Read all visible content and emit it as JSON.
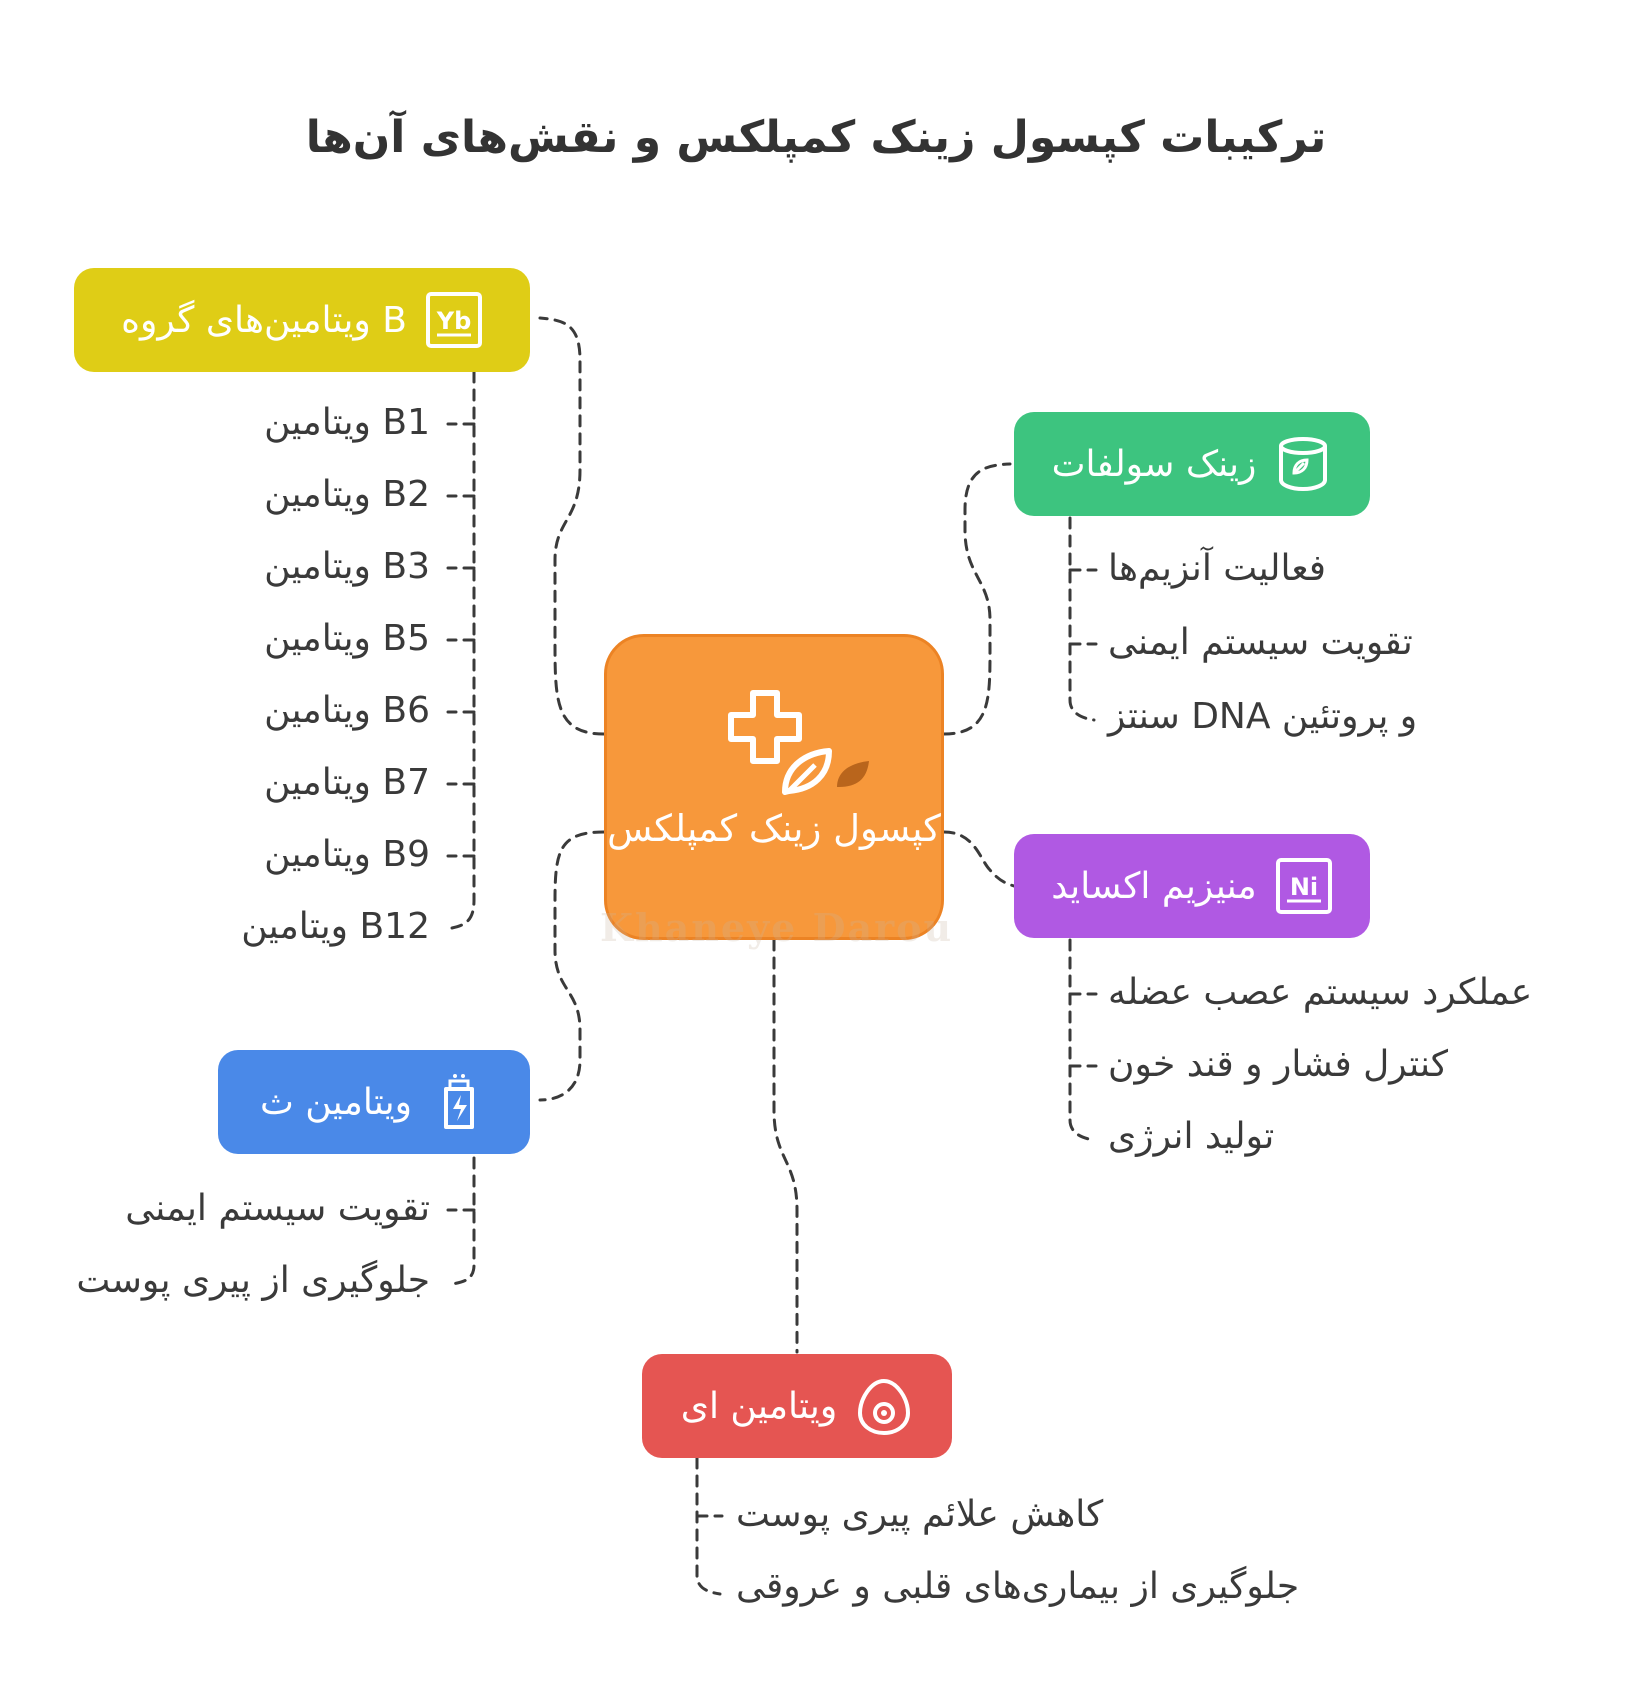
{
  "title": "ترکیبات کپسول زینک کمپلکس و نقش‌های آن‌ها",
  "center": {
    "label": "کپسول زینک کمپلکس",
    "color": "#f7983b",
    "icon": "medical-leaf-icon"
  },
  "watermark": "Khaneye Darou",
  "nodes": {
    "vitamin_b": {
      "label": "B ویتامین‌های گروه",
      "color": "#dfcd16",
      "icon": "vitamin-b-box-icon",
      "items": [
        "B1 ویتامین",
        "B2 ویتامین",
        "B3 ویتامین",
        "B5 ویتامین",
        "B6 ویتامین",
        "B7 ویتامین",
        "B9 ویتامین",
        "B12 ویتامین"
      ]
    },
    "zinc_sulfate": {
      "label": "زینک سولفات",
      "color": "#3dc47f",
      "icon": "jar-icon",
      "items": [
        "فعالیت آنزیم‌ها",
        "تقویت سیستم ایمنی",
        "و پروتئین DNA سنتز"
      ]
    },
    "magnesium_oxide": {
      "label": "منیزیم اکساید",
      "color": "#b059e3",
      "icon": "element-box-icon",
      "items": [
        "عملکرد سیستم عصب عضله",
        "کنترل فشار و قند خون",
        "تولید انرژی"
      ]
    },
    "vitamin_c": {
      "label": "ویتامین ث",
      "color": "#4a89e8",
      "icon": "energy-drink-icon",
      "items": [
        "تقویت سیستم ایمنی",
        "جلوگیری از پیری پوست"
      ]
    },
    "vitamin_e": {
      "label": "ویتامین ای",
      "color": "#e55552",
      "icon": "egg-icon",
      "items": [
        "کاهش علائم پیری پوست",
        "جلوگیری از بیماری‌های قلبی و عروقی"
      ]
    }
  }
}
